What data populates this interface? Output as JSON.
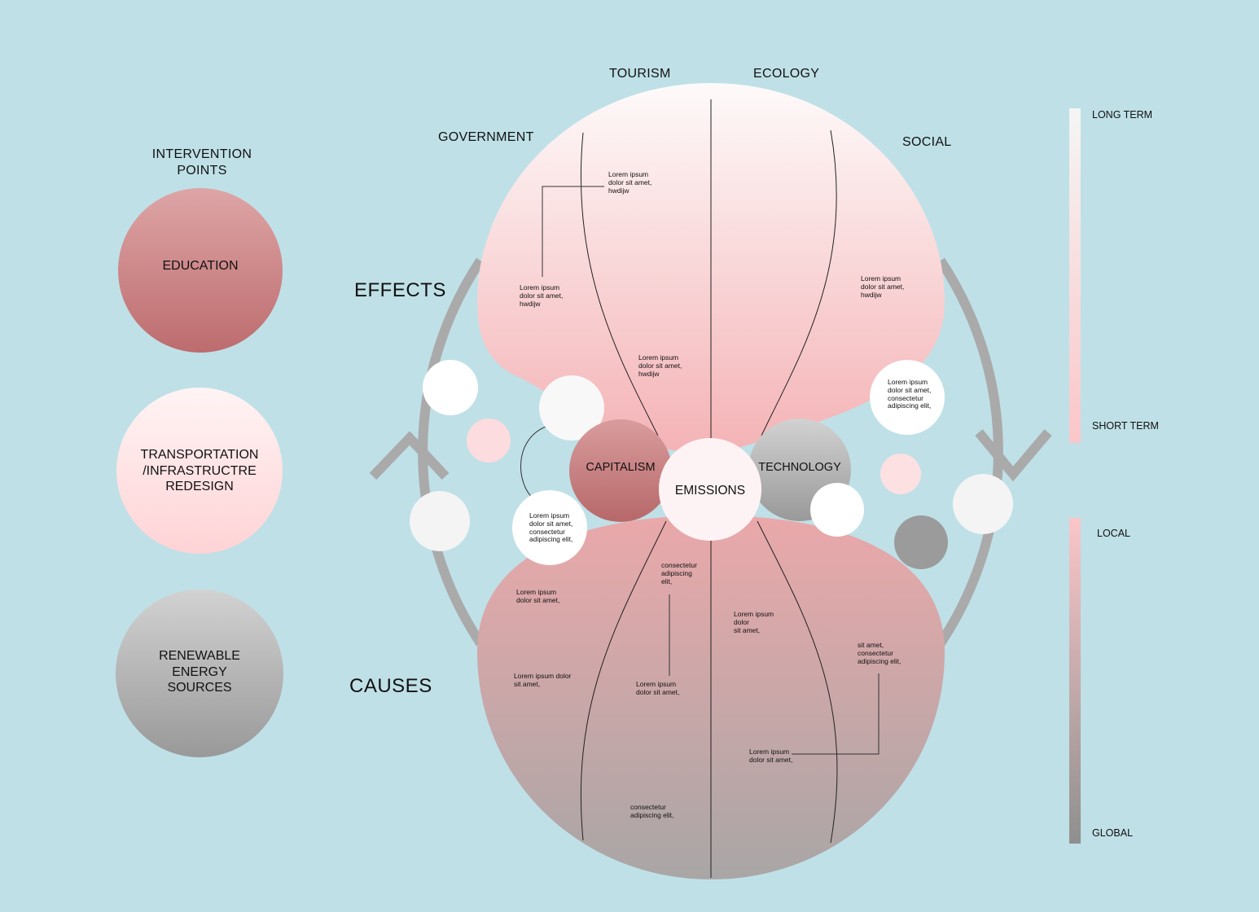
{
  "categories": {
    "tourism": "TOURISM",
    "ecology": "ECOLOGY",
    "government": "GOVERNMENT",
    "social": "SOCIAL"
  },
  "sections": {
    "effects": "EFFECTS",
    "causes": "CAUSES"
  },
  "intervention": {
    "title": "INTERVENTION\nPOINTS",
    "items": [
      "EDUCATION",
      "TRANSPORTATION\n/INFRASTRUCTRE\nREDESIGN",
      "RENEWABLE\nENERGY\nSOURCES"
    ]
  },
  "nodes": {
    "capitalism": "CAPITALISM",
    "emissions": "EMISSIONS",
    "technology": "TECHNOLOGY"
  },
  "notes": {
    "effects_top": "Lorem ipsum\ndolor sit amet,\nhwdijw",
    "effects_left": "Lorem ipsum\ndolor sit amet,\nhwdijw",
    "effects_mid": "Lorem ipsum\ndolor sit amet,\nhwdijw",
    "effects_right": "Lorem ipsum\ndolor sit amet,\nhwdijw",
    "bubble_right": "Lorem ipsum\ndolor sit amet,\nconsectetur\nadipiscing elit,",
    "bubble_left": "Lorem ipsum\ndolor sit amet,\nconsectetur\nadipiscing elit,",
    "causes_1": "Lorem ipsum\ndolor sit amet,",
    "causes_2": "consectetur\nadipiscing\nelit,",
    "causes_3": "Lorem ipsum\ndolor\nsit amet,",
    "causes_4": "sit amet,\nconsectetur\nadipiscing elit,",
    "causes_5": "Lorem ipsum dolor\nsit amet,",
    "causes_6": "Lorem ipsum\ndolor sit amet,",
    "causes_7": "Lorem ipsum\ndolor sit amet,",
    "causes_8": "consectetur\nadipiscing elit,"
  },
  "scales": {
    "time": {
      "top": "LONG TERM",
      "bottom": "SHORT TERM"
    },
    "space": {
      "top": "LOCAL",
      "bottom": "GLOBAL"
    }
  },
  "colors": {
    "background": "#bfe0e7",
    "effects_top": "#fefafa",
    "effects_bottom": "#f5b5b7",
    "causes_top": "#e8a8aa",
    "causes_bottom": "#aaa6a6",
    "loop": "#aaaaaa",
    "education": "#c07070",
    "transportation": "#ffd6d8",
    "renewable": "#9a9a9a"
  }
}
